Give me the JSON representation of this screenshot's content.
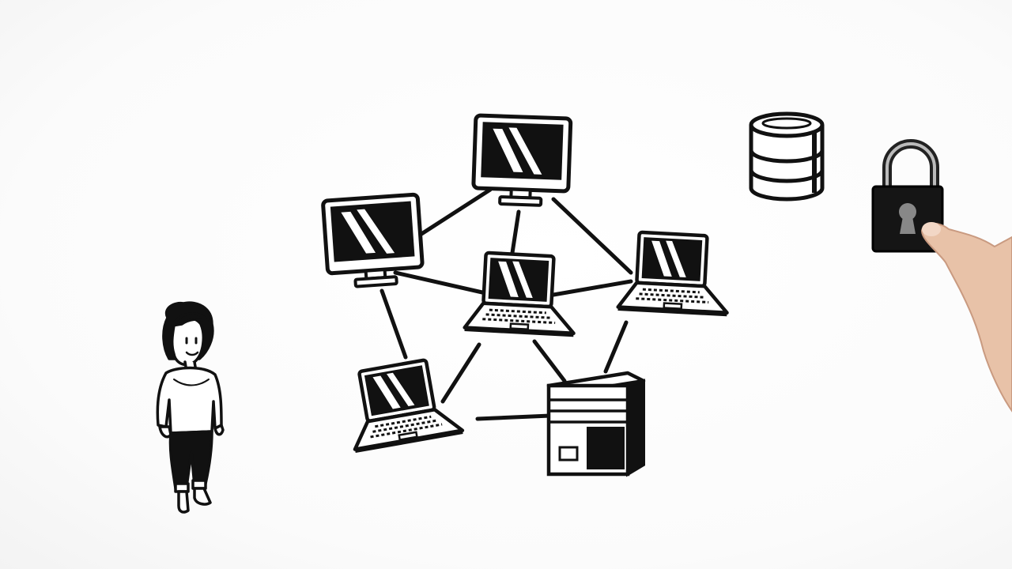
{
  "scene": {
    "background": "#ffffff",
    "ink": "#111111",
    "paper": "#ffffff",
    "skin": "#e8c2a8"
  },
  "network": {
    "nodes": [
      {
        "id": "monitor-top",
        "kind": "desktop-monitor"
      },
      {
        "id": "monitor-left",
        "kind": "desktop-monitor"
      },
      {
        "id": "laptop-center",
        "kind": "laptop"
      },
      {
        "id": "laptop-right",
        "kind": "laptop"
      },
      {
        "id": "laptop-bottom-left",
        "kind": "laptop"
      },
      {
        "id": "server-bottom-right",
        "kind": "server-tower"
      }
    ],
    "links": [
      [
        "monitor-top",
        "monitor-left"
      ],
      [
        "monitor-top",
        "laptop-right"
      ],
      [
        "monitor-top",
        "laptop-center"
      ],
      [
        "monitor-left",
        "laptop-center"
      ],
      [
        "monitor-left",
        "laptop-bottom-left"
      ],
      [
        "laptop-center",
        "laptop-right"
      ],
      [
        "laptop-center",
        "laptop-bottom-left"
      ],
      [
        "laptop-center",
        "server-bottom-right"
      ],
      [
        "laptop-right",
        "server-bottom-right"
      ],
      [
        "laptop-bottom-left",
        "server-bottom-right"
      ]
    ]
  },
  "icons": [
    "person-icon",
    "desktop-monitor-icon",
    "laptop-icon",
    "server-icon",
    "database-icon",
    "padlock-icon",
    "hand-icon"
  ]
}
